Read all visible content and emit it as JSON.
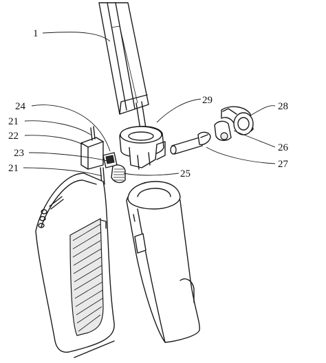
{
  "callouts": [
    {
      "id": "label-1",
      "text": "1"
    },
    {
      "id": "label-29",
      "text": "29"
    },
    {
      "id": "label-28",
      "text": "28"
    },
    {
      "id": "label-24",
      "text": "24"
    },
    {
      "id": "label-21-top",
      "text": "21"
    },
    {
      "id": "label-22",
      "text": "22"
    },
    {
      "id": "label-23",
      "text": "23"
    },
    {
      "id": "label-21-bottom",
      "text": "21"
    },
    {
      "id": "label-25",
      "text": "25"
    },
    {
      "id": "label-26",
      "text": "26"
    },
    {
      "id": "label-27",
      "text": "27"
    }
  ]
}
